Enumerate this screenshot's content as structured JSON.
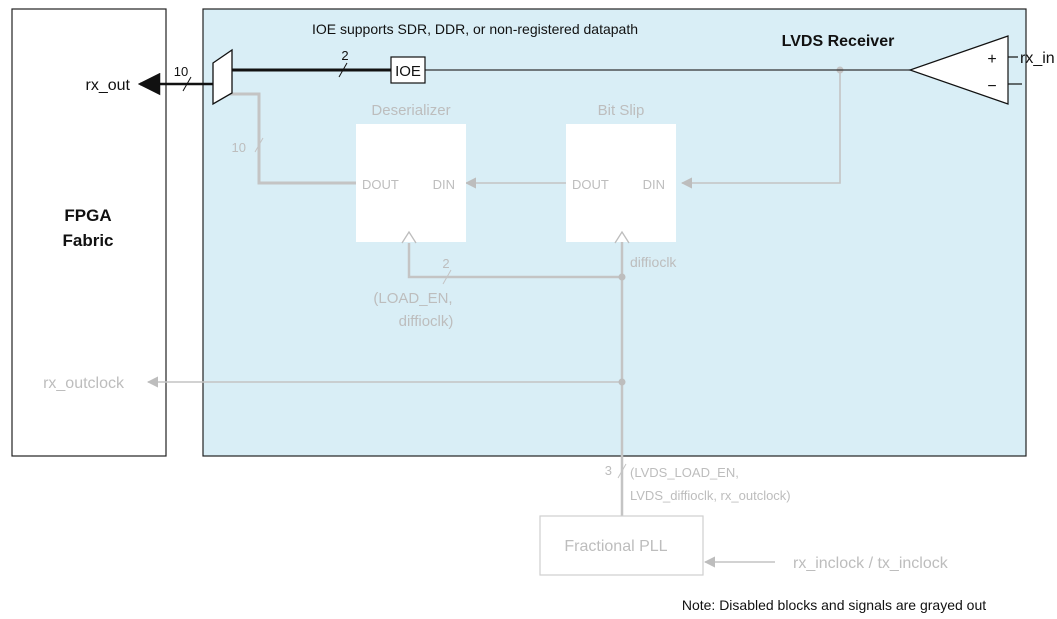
{
  "fpga": {
    "line1": "FPGA",
    "line2": "Fabric"
  },
  "receiver": {
    "title": "LVDS Receiver",
    "ioe_note": "IOE supports SDR, DDR, or non-registered datapath",
    "ioe_label": "IOE"
  },
  "signals": {
    "rx_out": "rx_out",
    "rx_in": "rx_in",
    "rx_outclock": "rx_outclock",
    "inclock": "rx_inclock / tx_inclock",
    "diffioclk": "diffioclk"
  },
  "bus_widths": {
    "out": "10",
    "ioe": "2",
    "deser": "10",
    "load": "2",
    "pll": "3"
  },
  "comparator": {
    "plus": "+",
    "minus": "−"
  },
  "deserializer": {
    "title": "Deserializer",
    "dout": "DOUT",
    "din": "DIN"
  },
  "bitslip": {
    "title": "Bit Slip",
    "dout": "DOUT",
    "din": "DIN"
  },
  "load_group": {
    "line1": "(LOAD_EN,",
    "line2": "diffioclk)"
  },
  "pll_group": {
    "line1": "(LVDS_LOAD_EN,",
    "line2": "LVDS_diffioclk, rx_outclock)"
  },
  "pll": {
    "title": "Fractional PLL"
  },
  "note": "Note: Disabled blocks and signals are grayed out",
  "colors": {
    "receiver_fill": "#d9eef6",
    "gray": "#bdbdbd",
    "dark": "#111111"
  }
}
